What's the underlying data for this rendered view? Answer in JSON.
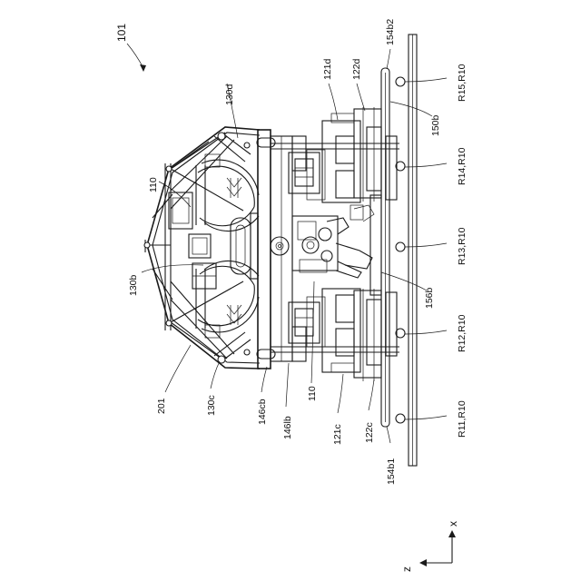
{
  "labels": {
    "l101": "101",
    "l130d": "130d",
    "l110a": "110",
    "l130b": "130b",
    "l201": "201",
    "l130c": "130c",
    "l146cb": "146cb",
    "l146lb": "146lb",
    "l110b": "110",
    "l121c": "121c",
    "l122c": "122c",
    "l154b1": "154b1",
    "l121d": "121d",
    "l122d": "122d",
    "l154b2": "154b2",
    "l150b": "150b",
    "l156b": "156b",
    "lR15": "R15,R10",
    "lR14": "R14,R10",
    "lR13": "R13,R10",
    "lR12": "R12,R10",
    "lR11": "R11,R10",
    "axisX": "x",
    "axisZ": "z"
  }
}
